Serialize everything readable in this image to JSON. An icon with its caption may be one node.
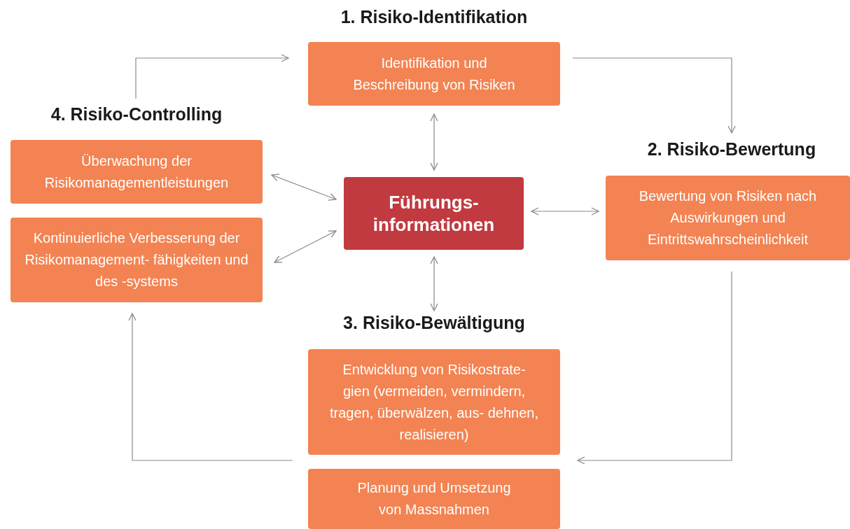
{
  "diagram": {
    "nodes": [
      {
        "text": [
          "1. Risiko-Identifikation"
        ]
      },
      {
        "text": [
          "Identifikation und Beschreibung von Risiken"
        ]
      },
      {
        "text": [
          "2. Risiko-Bewertung"
        ]
      },
      {
        "text": [
          "Bewertung von Risiken nach Auswirkungen und Eintrittswahrscheinlichkeit"
        ]
      },
      {
        "text": [
          "3. Risiko-Bewältigung"
        ]
      },
      {
        "text": [
          "Entwicklung von Risikostrate- gien (vermeiden, vermindern, tragen, überwälzen, aus- dehnen, realisieren)"
        ]
      },
      {
        "text": [
          "Planung und Umsetzung von Massnahmen"
        ]
      },
      {
        "text": [
          "4. Risiko-Controlling"
        ]
      },
      {
        "text": [
          "Überwachung der Risikomanagementleistungen"
        ]
      },
      {
        "text": [
          "Kontinuierliche Verbesserung der Risikomanagement- fähigkeiten und des -systems"
        ]
      },
      {
        "text": [
          "Führungs- informationen"
        ]
      }
    ],
    "edges": [
      {
        "from": 7,
        "to": 1,
        "arrow": "to"
      },
      {
        "from": 1,
        "to": 2,
        "arrow": "to"
      },
      {
        "from": 3,
        "to": 6,
        "arrow": "to"
      },
      {
        "from": 6,
        "to": 9,
        "arrow": "to"
      },
      {
        "from": 1,
        "to": 10,
        "arrow": "both"
      },
      {
        "from": 10,
        "to": 4,
        "arrow": "both"
      },
      {
        "from": 10,
        "to": 3,
        "arrow": "both"
      },
      {
        "from": 8,
        "to": 10,
        "arrow": "both"
      },
      {
        "from": 9,
        "to": 10,
        "arrow": "both"
      }
    ]
  }
}
